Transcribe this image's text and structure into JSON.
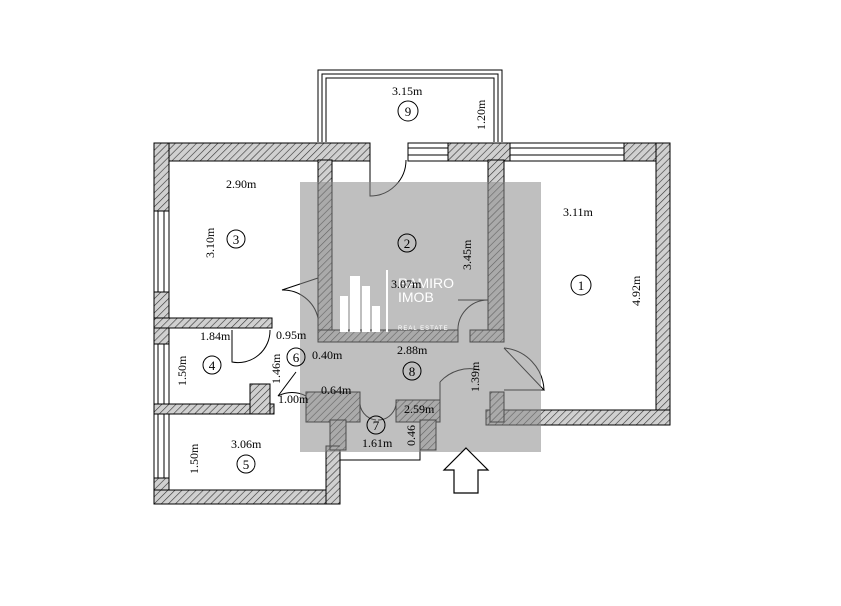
{
  "watermark": {
    "line1": "RAMIRO",
    "line2": "IMOB",
    "tagline": "REAL ESTATE"
  },
  "rooms": [
    {
      "id": "room-1",
      "number": "1"
    },
    {
      "id": "room-2",
      "number": "2"
    },
    {
      "id": "room-3",
      "number": "3"
    },
    {
      "id": "room-4",
      "number": "4"
    },
    {
      "id": "room-5",
      "number": "5"
    },
    {
      "id": "room-6",
      "number": "6"
    },
    {
      "id": "room-7",
      "number": "7"
    },
    {
      "id": "room-8",
      "number": "8"
    },
    {
      "id": "room-9",
      "number": "9"
    }
  ],
  "dimensions": {
    "d_315": "3.15m",
    "d_120": "1.20m",
    "d_290": "2.90m",
    "d_310": "3.10m",
    "d_311": "3.11m",
    "d_345": "3.45m",
    "d_307": "3.07m",
    "d_492": "4.92m",
    "d_184": "1.84m",
    "d_095": "0.95m",
    "d_040": "0.40m",
    "d_288": "2.88m",
    "d_150a": "1.50m",
    "d_146": "1.46m",
    "d_139": "1.39m",
    "d_064": "0.64m",
    "d_100": "1.00m",
    "d_259": "2.59m",
    "d_150b": "1.50m",
    "d_306": "3.06m",
    "d_161": "1.61m",
    "d_046": "0.46"
  },
  "colors": {
    "wall_fill": "#c8c8c8",
    "overlay": "#9e9e9e",
    "line": "#000000"
  },
  "icons": {
    "entrance": "entrance-arrow-icon",
    "logo": "building-logo-icon"
  }
}
